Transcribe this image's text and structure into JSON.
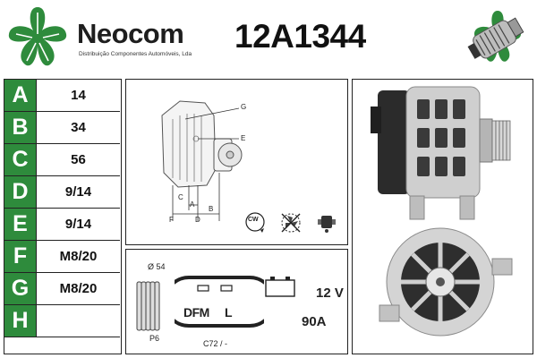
{
  "brand": {
    "name": "Neocom",
    "tagline": "Distribuição Componentes Automóveis, Lda",
    "logo_color": "#2e8b3c"
  },
  "part_number": "12A1344",
  "specs": [
    {
      "letter": "A",
      "value": "14"
    },
    {
      "letter": "B",
      "value": "34"
    },
    {
      "letter": "C",
      "value": "56"
    },
    {
      "letter": "D",
      "value": "9/14"
    },
    {
      "letter": "E",
      "value": "9/14"
    },
    {
      "letter": "F",
      "value": "M8/20"
    },
    {
      "letter": "G",
      "value": "M8/20"
    },
    {
      "letter": "H",
      "value": ""
    }
  ],
  "diagram": {
    "labels": {
      "g": "G",
      "e": "E",
      "a": "A",
      "b": "B",
      "c": "C",
      "d": "D",
      "f": "F"
    },
    "rotation": "CW"
  },
  "connector": {
    "pulley_diameter": "Ø 54",
    "pulley_grooves": "P6",
    "pins": {
      "dfm": "DFM",
      "l": "L"
    },
    "code": "C72 / -",
    "voltage": "12 V",
    "amperage": "90A"
  },
  "icons": {
    "logo": "clover-logo-icon",
    "rotation": "clockwise-rotation-icon",
    "fan": "fan-crossed-icon",
    "regulator": "regulator-icon",
    "battery": "battery-icon"
  }
}
